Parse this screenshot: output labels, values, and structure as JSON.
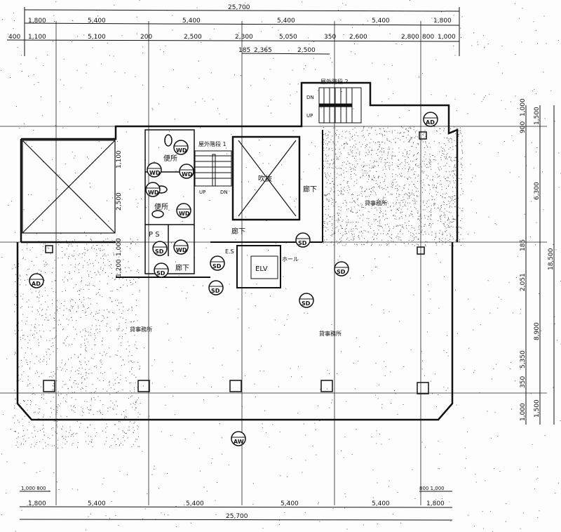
{
  "dimensions": {
    "top_total": "25,700",
    "top_row1": [
      "1,800",
      "5,400",
      "5,400",
      "5,400",
      "5,400",
      "1,800"
    ],
    "top_row2": [
      "400",
      "1,100",
      "5,100",
      "200",
      "2,500",
      "2,300",
      "5,050",
      "350",
      "2,600",
      "2,800",
      "800",
      "1,000"
    ],
    "top_row3": [
      "185",
      "2,365",
      "2,500"
    ],
    "bottom_total": "25,700",
    "bottom_row1": [
      "1,800",
      "5,400",
      "5,400",
      "5,400",
      "5,400",
      "1,800"
    ],
    "bottom_left_small": "1,000 800",
    "bottom_right_small": "800 1,000",
    "right_inner": [
      "900",
      "1,000",
      "185",
      "2,051",
      "5,350",
      "1,000",
      "350"
    ],
    "right_middle": [
      "1,500",
      "6,300",
      "8,900",
      "1,500"
    ],
    "right_outer": "18,500",
    "left": [
      "1,100",
      "2,500",
      "1,000",
      "1,200"
    ]
  },
  "rooms": {
    "stair1": "屋外階段 1",
    "stair2": "屋外階段 2",
    "void": "吹抜",
    "corridor": "廊下",
    "toilet": "便所",
    "ps": "P S",
    "elevator": "ELV",
    "hall": "ホール",
    "es": "E.S",
    "office": "貸事務所",
    "up": "UP",
    "dn": "DN"
  },
  "symbols": {
    "sd": "SD",
    "wd": "WD",
    "ad": "AD",
    "aw": "AW",
    "si": "SD"
  }
}
